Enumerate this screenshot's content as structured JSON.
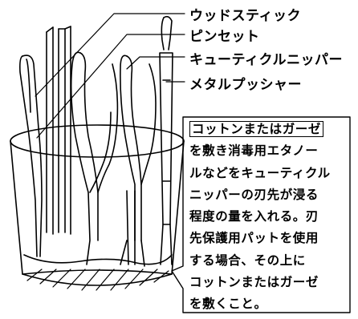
{
  "labels": {
    "wood_stick": "ウッドスティック",
    "tweezers": "ピンセット",
    "cuticle_nipper": "キューティクルニッパー",
    "metal_pusher": "メタルプッシャー"
  },
  "note": {
    "lines": [
      "コットンまたはガーゼ",
      "を敷き消毒用エタノー",
      "ルなどをキューティクル",
      "ニッパーの刃先が浸る",
      "程度の量を入れる。刃",
      "先保護用パットを使用",
      "する場合、その上に",
      "コットンまたはガーゼ",
      "を敷くこと。"
    ]
  },
  "colors": {
    "ink": "#000000",
    "background": "#ffffff"
  }
}
